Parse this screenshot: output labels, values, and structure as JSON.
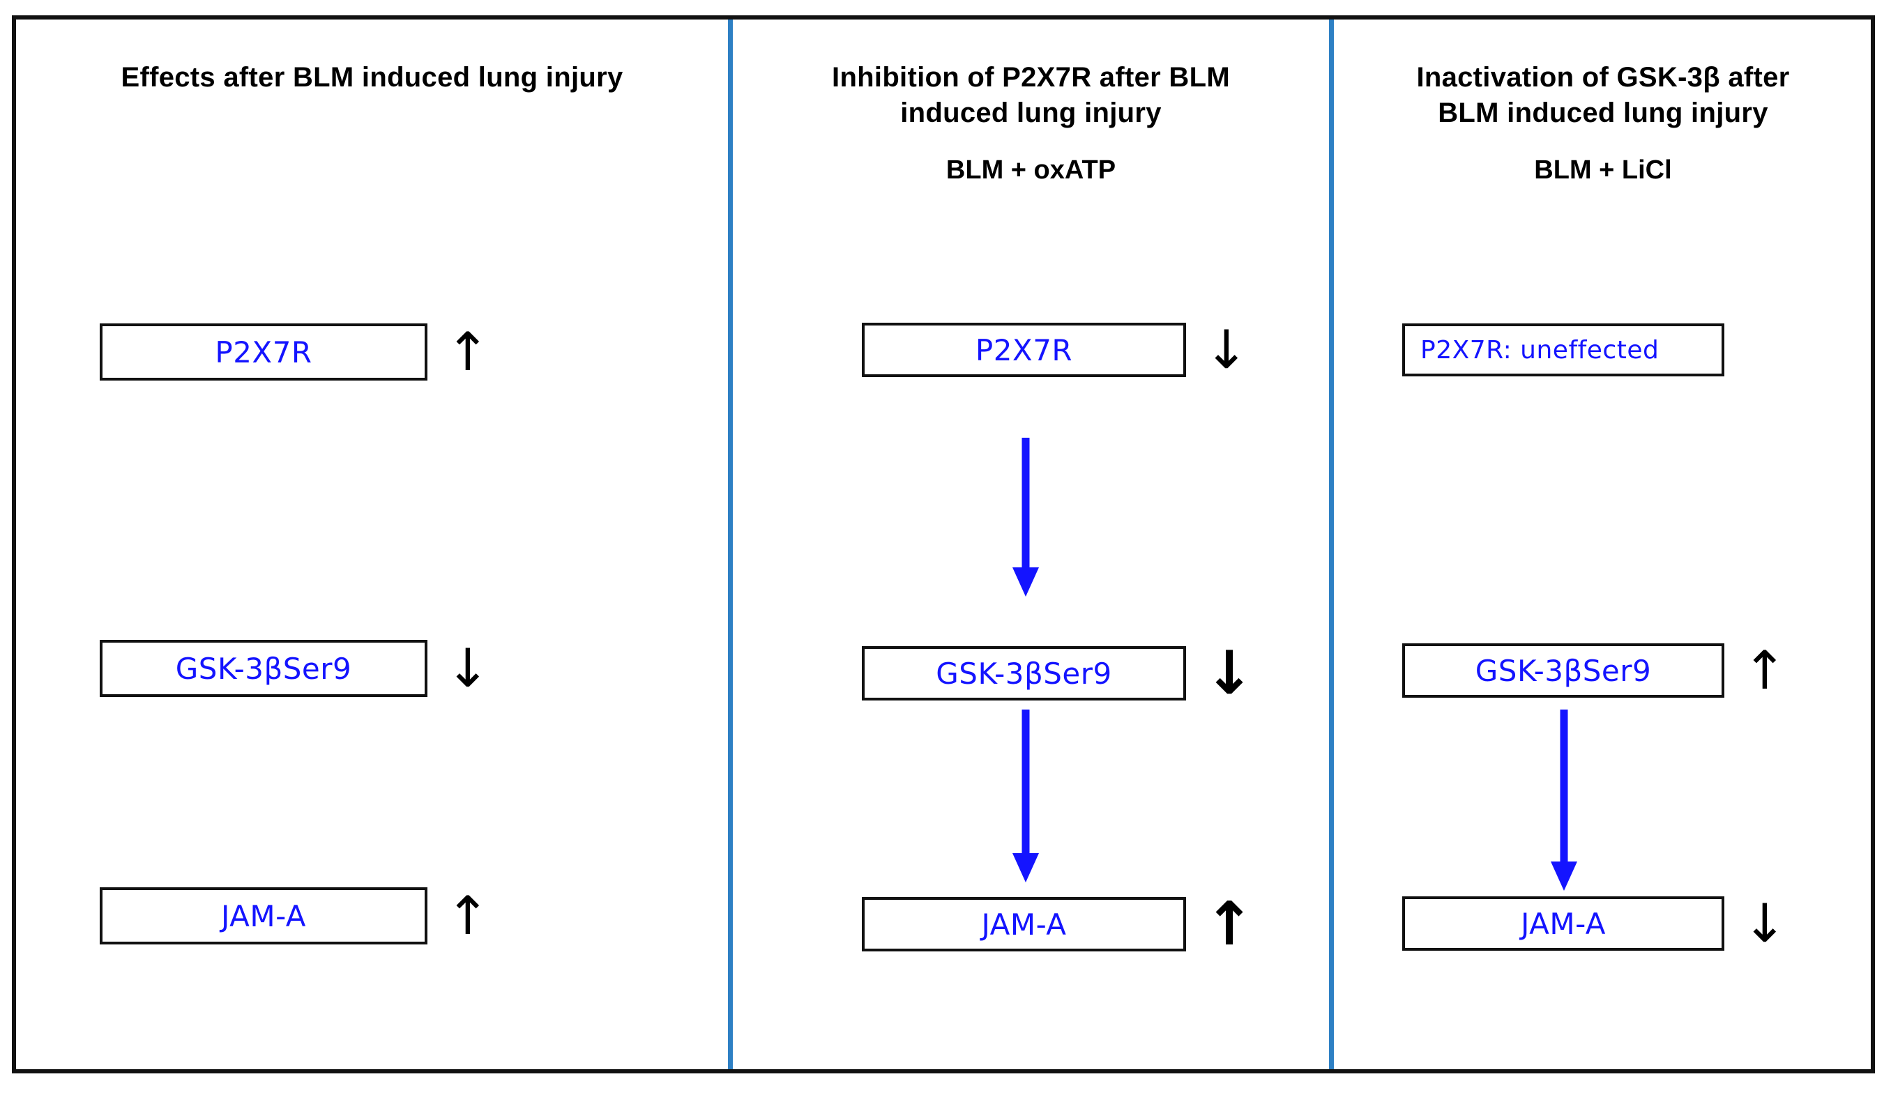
{
  "figure": {
    "frame_border_color": "#111111",
    "divider_color": "#2E80C4",
    "node_text_color": "#1414FF",
    "connector_color": "#1414FF"
  },
  "columns": [
    {
      "id": "left",
      "title": "Effects after BLM induced lung injury",
      "treatment": "",
      "nodes": [
        {
          "label": "P2X7R",
          "arrow": "↑",
          "arrow_weight": "thin"
        },
        {
          "label": "GSK-3βSer9",
          "arrow": "↓",
          "arrow_weight": "thin"
        },
        {
          "label": "JAM-A",
          "arrow": "↑",
          "arrow_weight": "thin"
        }
      ],
      "connectors": []
    },
    {
      "id": "middle",
      "title": "Inhibition of P2X7R after BLM induced lung injury",
      "treatment": "BLM + oxATP",
      "nodes": [
        {
          "label": "P2X7R",
          "arrow": "↓",
          "arrow_weight": "thin"
        },
        {
          "label": "GSK-3βSer9",
          "arrow": "↓",
          "arrow_weight": "bold"
        },
        {
          "label": "JAM-A",
          "arrow": "↑",
          "arrow_weight": "bold"
        }
      ],
      "connectors": [
        "P2X7R→GSK-3βSer9",
        "GSK-3βSer9→JAM-A"
      ]
    },
    {
      "id": "right",
      "title": "Inactivation of GSK-3β after BLM induced lung injury",
      "treatment": "BLM + LiCl",
      "nodes": [
        {
          "label": "P2X7R: uneffected",
          "arrow": "",
          "arrow_weight": "none"
        },
        {
          "label": "GSK-3βSer9",
          "arrow": "↑",
          "arrow_weight": "thin"
        },
        {
          "label": "JAM-A",
          "arrow": "↓",
          "arrow_weight": "thin"
        }
      ],
      "connectors": [
        "GSK-3βSer9→JAM-A"
      ]
    }
  ]
}
